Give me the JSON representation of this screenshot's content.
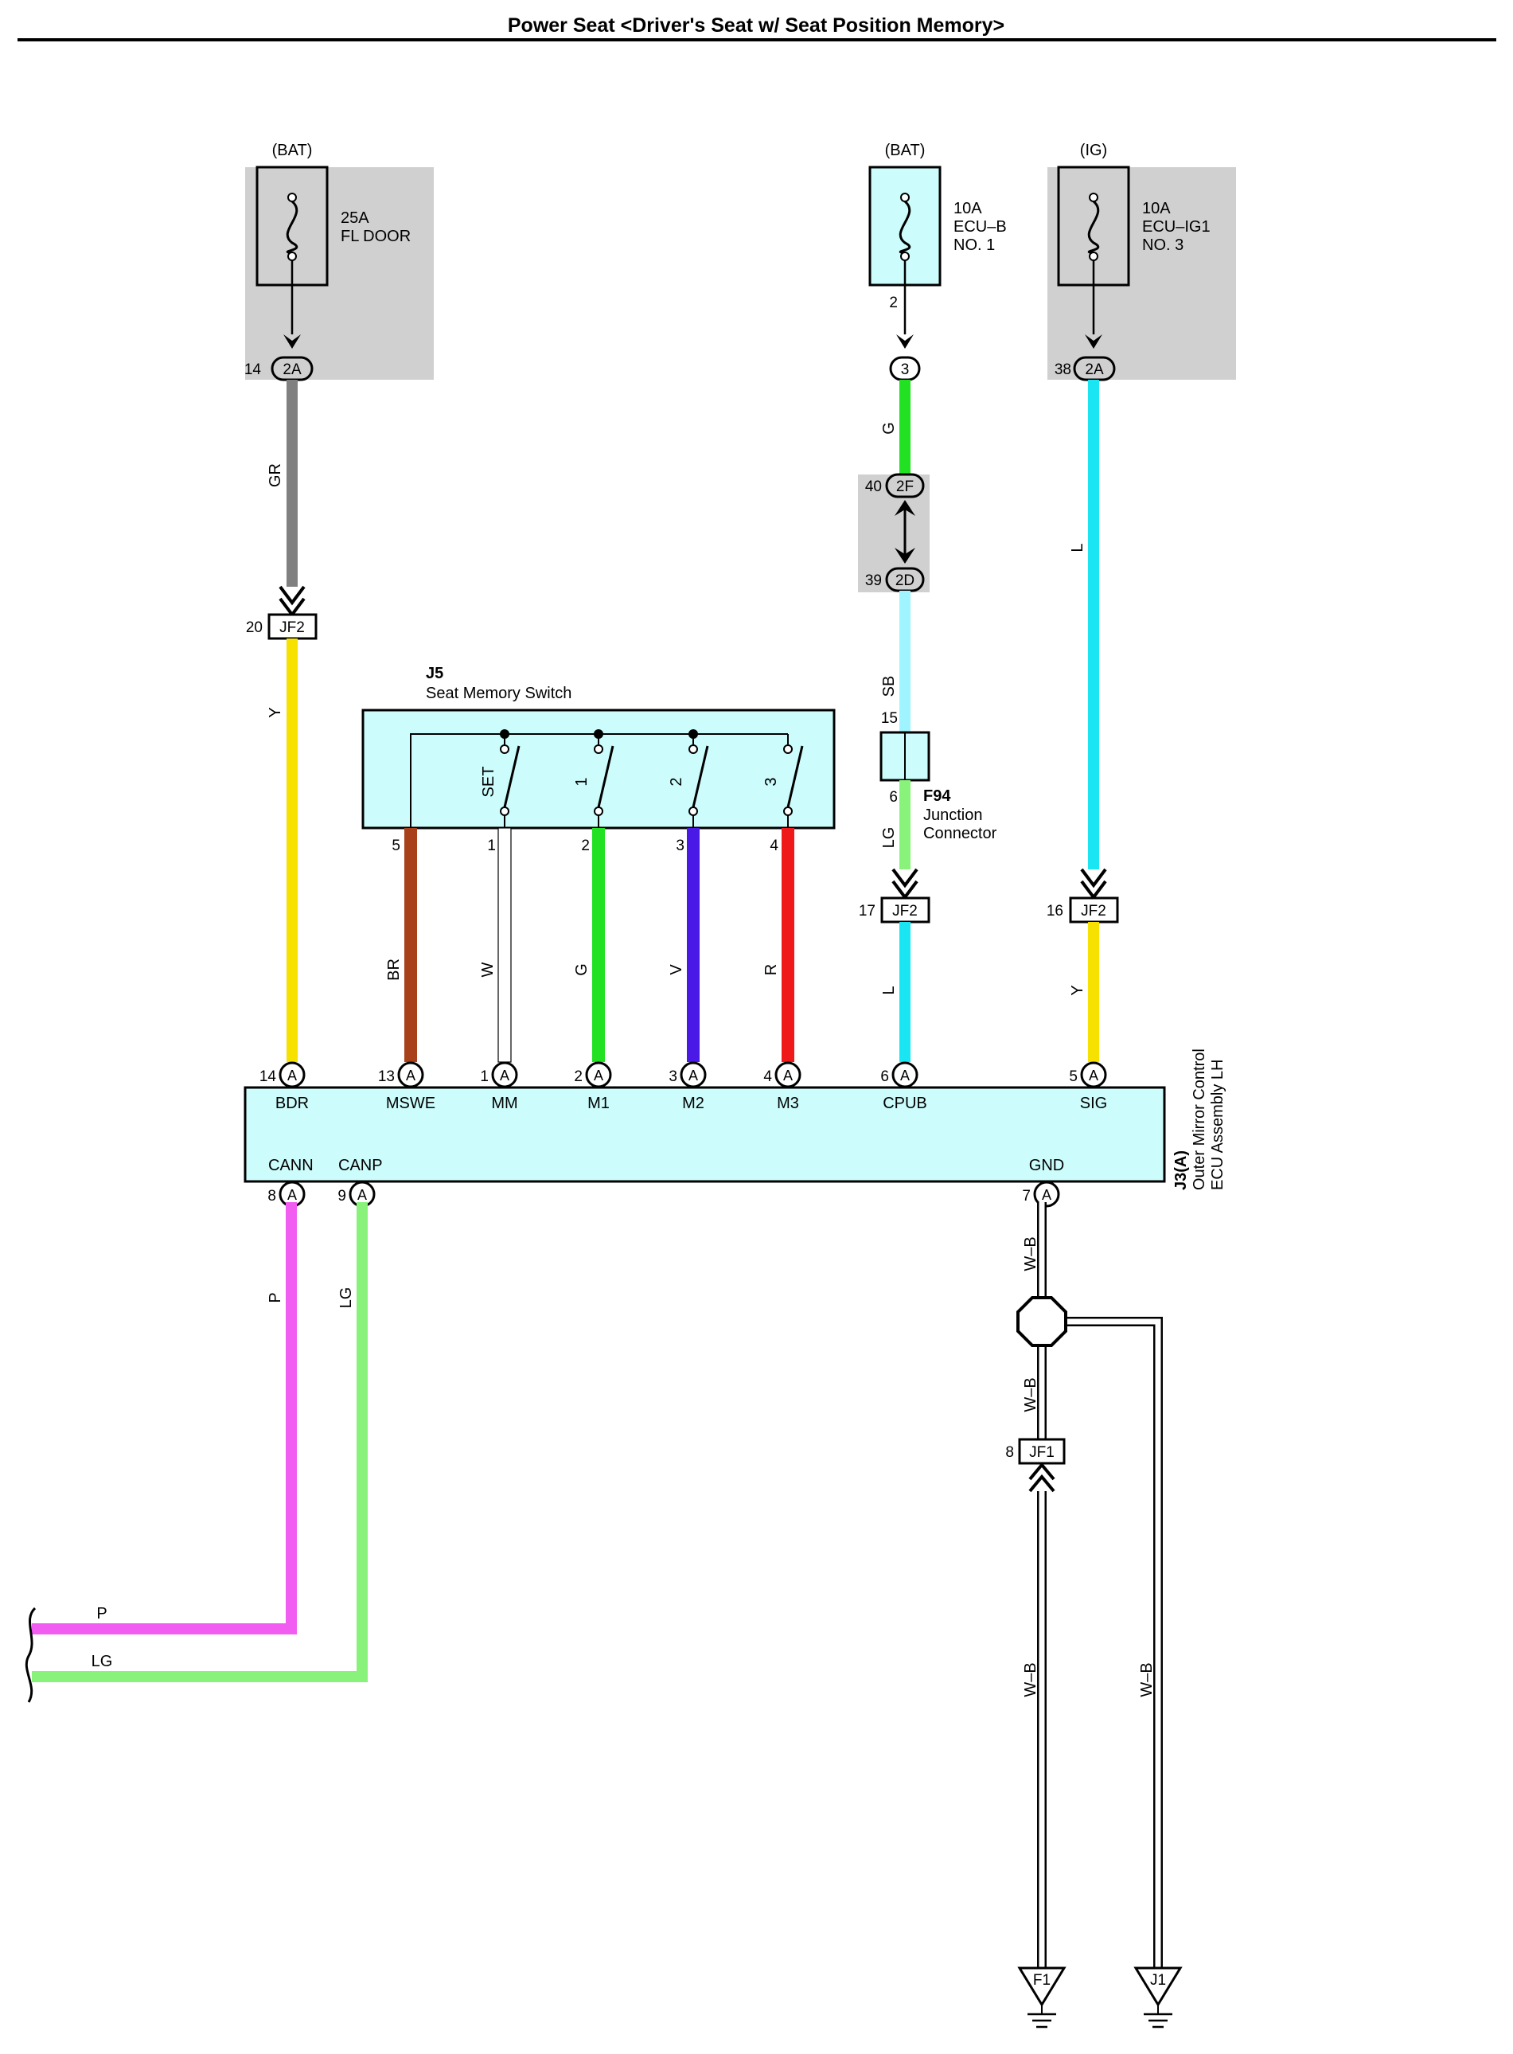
{
  "title": "Power Seat <Driver's Seat w/ Seat Position Memory>",
  "power_sources": {
    "bat1": "(BAT)",
    "bat2": "(BAT)",
    "ig": "(IG)"
  },
  "fuses": [
    {
      "rating": "25A",
      "name1": "FL DOOR",
      "name2": "",
      "name3": ""
    },
    {
      "rating": "10A",
      "name1": "ECU–B",
      "name2": "NO. 1",
      "name3": ""
    },
    {
      "rating": "10A",
      "name1": "ECU–IG1",
      "name2": "NO. 3",
      "name3": ""
    }
  ],
  "junction_pins": {
    "fuse1_pin": "14",
    "fuse1_conn": "2A",
    "fuse2_pin": "2",
    "fuse2_conn": "3",
    "fuse3_pin": "38",
    "fuse3_conn": "2A",
    "j2f_pin": "40",
    "j2f_conn": "2F",
    "j2d_pin": "39",
    "j2d_conn": "2D"
  },
  "wire_colors": {
    "gr": "GR",
    "y1": "Y",
    "g_top": "G",
    "sb": "SB",
    "lg_f94": "LG",
    "l_cpub": "L",
    "l_ig": "L",
    "y_sig": "Y",
    "br": "BR",
    "w": "W",
    "g": "G",
    "v": "V",
    "r": "R",
    "p": "P",
    "lg": "LG",
    "wb1": "W–B",
    "wb2": "W–B",
    "wb3": "W–B",
    "wb4": "W–B",
    "p_end": "P",
    "lg_end": "LG"
  },
  "jf2_connectors": [
    {
      "pin": "20",
      "name": "JF2"
    },
    {
      "pin": "17",
      "name": "JF2"
    },
    {
      "pin": "16",
      "name": "JF2"
    }
  ],
  "jf1_connector": {
    "pin": "8",
    "name": "JF1"
  },
  "switch": {
    "code": "J5",
    "name": "Seat Memory Switch",
    "labels": [
      "SET",
      "1",
      "2",
      "3"
    ],
    "pins": [
      "5",
      "1",
      "2",
      "3",
      "4"
    ]
  },
  "f94": {
    "code": "F94",
    "name1": "Junction",
    "name2": "Connector",
    "pin_top": "15",
    "pin_bottom": "6"
  },
  "ecu": {
    "code": "J3(A)",
    "name1": "Outer Mirror Control",
    "name2": "ECU Assembly LH",
    "conn": "A",
    "top_pins": [
      {
        "num": "14",
        "name": "BDR"
      },
      {
        "num": "13",
        "name": "MSWE"
      },
      {
        "num": "1",
        "name": "MM"
      },
      {
        "num": "2",
        "name": "M1"
      },
      {
        "num": "3",
        "name": "M2"
      },
      {
        "num": "4",
        "name": "M3"
      },
      {
        "num": "6",
        "name": "CPUB"
      },
      {
        "num": "5",
        "name": "SIG"
      }
    ],
    "bottom_pins": [
      {
        "num": "8",
        "name": "CANN"
      },
      {
        "num": "9",
        "name": "CANP"
      },
      {
        "num": "7",
        "name": "GND"
      }
    ]
  },
  "grounds": [
    "F1",
    "J1"
  ],
  "colors": {
    "GR": "#808080",
    "Y": "#f7e100",
    "G": "#22e022",
    "SB": "#9ff4ff",
    "LG": "#88f27a",
    "L": "#19e6f2",
    "BR": "#a8411a",
    "W": "#ffffff",
    "V": "#4a19e6",
    "R": "#f01919",
    "P": "#f15df0",
    "box_fill": "#ccfcfc",
    "shade": "#d0d0d0"
  }
}
